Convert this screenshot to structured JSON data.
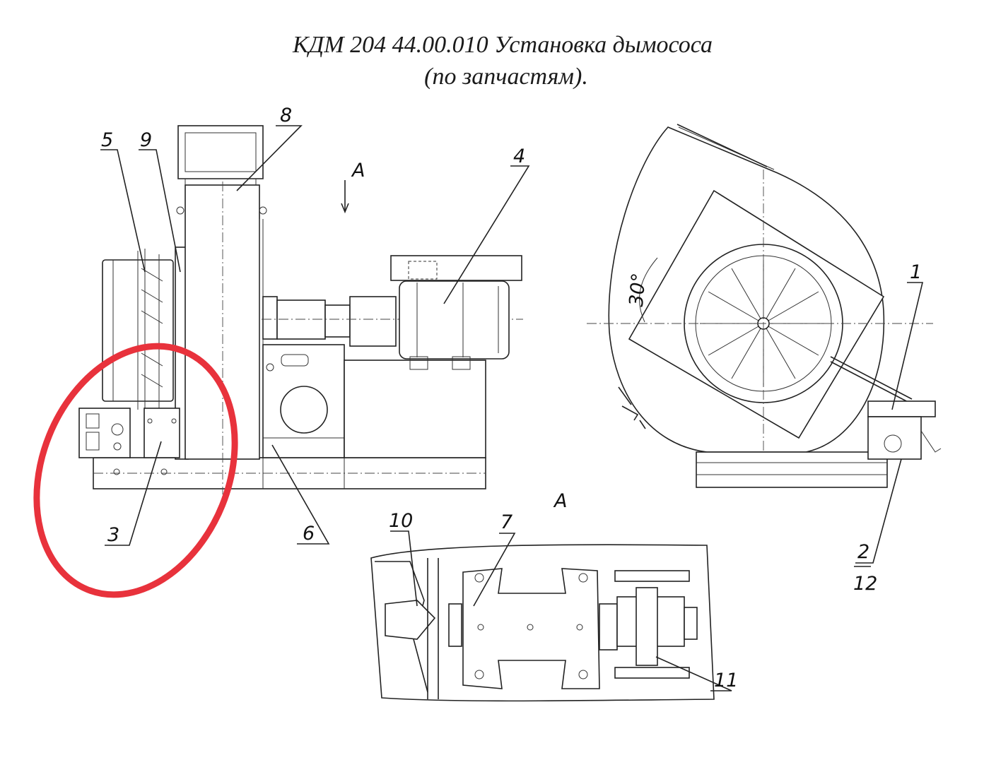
{
  "title": {
    "line1": "КДМ 204 44.00.010 Установка дымососа",
    "line2": "(по запчастям)."
  },
  "labels": {
    "l1": "1",
    "l2": "2",
    "l3": "3",
    "l4": "4",
    "l5": "5",
    "l6": "6",
    "l7": "7",
    "l8": "8",
    "l9": "9",
    "l10": "10",
    "l11": "11",
    "l12": "12",
    "view_a_top": "А",
    "view_a": "А",
    "angle": "30°"
  },
  "highlight": {
    "color": "#e8323c",
    "target": "3"
  }
}
